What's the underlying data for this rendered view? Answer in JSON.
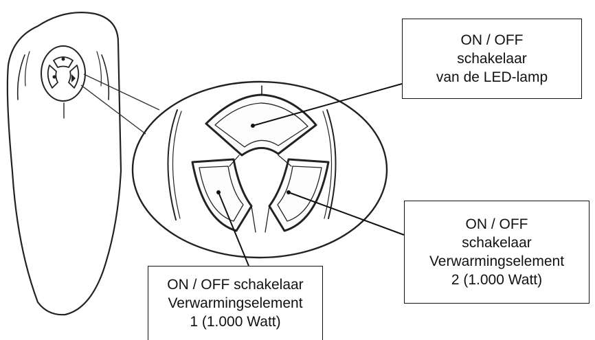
{
  "callouts": {
    "led_lamp": {
      "lines": [
        "ON / OFF",
        "schakelaar",
        "van de LED-lamp"
      ]
    },
    "heating_element_2": {
      "lines": [
        "ON / OFF",
        "schakelaar",
        "Verwarmingselement",
        "2 (1.000 Watt)"
      ]
    },
    "heating_element_1": {
      "lines": [
        "ON / OFF schakelaar",
        "Verwarmingselement",
        "1 (1.000 Watt)"
      ]
    }
  }
}
